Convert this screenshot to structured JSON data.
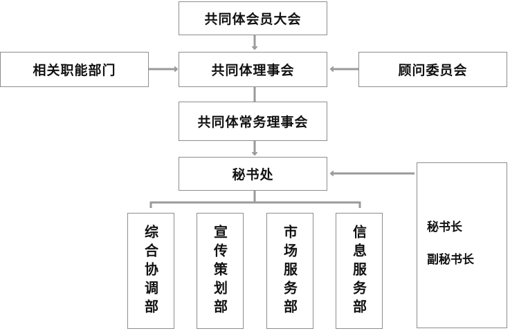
{
  "nodes": {
    "general_assembly": "共同体会员大会",
    "council": "共同体理事会",
    "related_departments": "相关职能部门",
    "advisory_committee": "顾问委员会",
    "standing_council": "共同体常务理事会",
    "secretariat": "秘书处",
    "departments": [
      "综合协调部",
      "宣传策划部",
      "市场服务部",
      "信息服务部"
    ],
    "leadership": [
      "秘书长",
      "副秘书长"
    ]
  },
  "colors": {
    "connector": "#9a9a9a",
    "border": "#8c8c8c"
  }
}
